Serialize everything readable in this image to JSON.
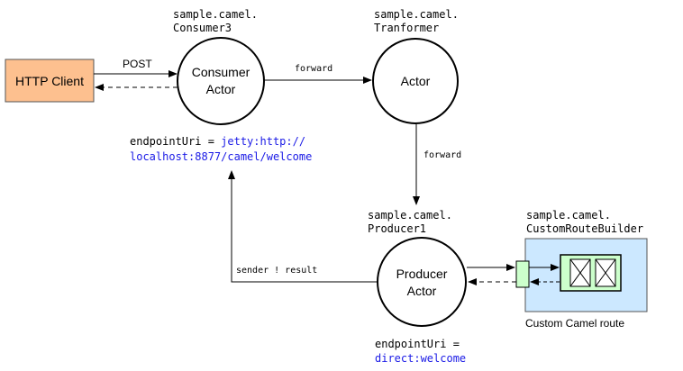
{
  "http_client": {
    "label": "HTTP Client",
    "fill": "#FDC08F"
  },
  "consumer": {
    "class_line1": "sample.camel.",
    "class_line2": "Consumer3",
    "label_line1": "Consumer",
    "label_line2": "Actor",
    "endpoint_label": "endpointUri = ",
    "endpoint_value_line1": "jetty:http://",
    "endpoint_value_line2": "localhost:8877/camel/welcome"
  },
  "transformer": {
    "class_line1": "sample.camel.",
    "class_line2": "Tranformer",
    "label": "Actor"
  },
  "producer": {
    "class_line1": "sample.camel.",
    "class_line2": "Producer1",
    "label_line1": "Producer",
    "label_line2": "Actor",
    "endpoint_label": "endpointUri =",
    "endpoint_value": "direct:welcome"
  },
  "route_builder": {
    "class_line1": "sample.camel.",
    "class_line2": "CustomRouteBuilder",
    "caption": "Custom Camel route",
    "fill": "#CCE8FF",
    "inner_fill": "#CCFFCC"
  },
  "edges": {
    "post": "POST",
    "forward1": "forward",
    "forward2": "forward",
    "result": "sender ! result"
  },
  "colors": {
    "uri": "#1A1AE6",
    "text": "#000000"
  }
}
